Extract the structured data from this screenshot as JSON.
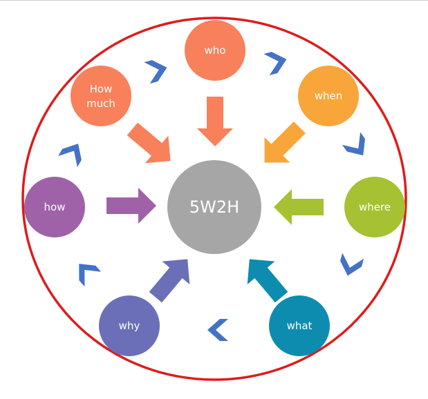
{
  "diagram": {
    "center": {
      "label": "5W2H",
      "color": "#a6a6a6"
    },
    "outline_color": "#dd1c1c",
    "chevron_color": "#4472c4",
    "nodes": [
      {
        "id": "who",
        "label": "who",
        "color": "#f8805b",
        "arrow_color": "#f8805b"
      },
      {
        "id": "when",
        "label": "when",
        "color": "#f8a63a",
        "arrow_color": "#f8a63a"
      },
      {
        "id": "where",
        "label": "where",
        "color": "#a6c132",
        "arrow_color": "#a6c132"
      },
      {
        "id": "what",
        "label": "what",
        "color": "#0e8caf",
        "arrow_color": "#0e8caf"
      },
      {
        "id": "why",
        "label": "why",
        "color": "#6a6fb8",
        "arrow_color": "#6a6fb8"
      },
      {
        "id": "how",
        "label": "how",
        "color": "#9f62a8",
        "arrow_color": "#9f62a8"
      },
      {
        "id": "how-much",
        "label_line1": "How",
        "label_line2": "much",
        "color": "#f8805b",
        "arrow_color": "#f8805b"
      }
    ]
  }
}
